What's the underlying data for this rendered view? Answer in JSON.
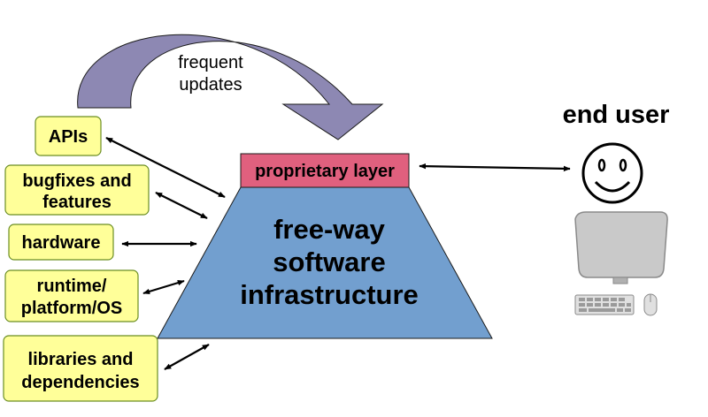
{
  "colors": {
    "box_fill": "#ffff99",
    "box_stroke": "#6b8e23",
    "trapezoid_fill": "#729fcf",
    "proprietary_fill": "#e0607e",
    "update_arrow_fill": "#8d88b3",
    "line": "#000000"
  },
  "update_arrow": {
    "line1": "frequent",
    "line2": "updates"
  },
  "inputs": {
    "apis": {
      "line1": "APIs"
    },
    "bugfixes": {
      "line1": "bugfixes and",
      "line2": "features"
    },
    "hardware": {
      "line1": "hardware"
    },
    "runtime": {
      "line1": "runtime/",
      "line2": "platform/OS"
    },
    "libraries": {
      "line1": "libraries and",
      "line2": "dependencies"
    }
  },
  "core": {
    "line1": "free-way",
    "line2": "software",
    "line3": "infrastructure"
  },
  "proprietary": {
    "label": "proprietary layer"
  },
  "end_user": {
    "label": "end user",
    "face_icon": "smiley-face-icon",
    "computer_icon": "desktop-computer-icon"
  }
}
